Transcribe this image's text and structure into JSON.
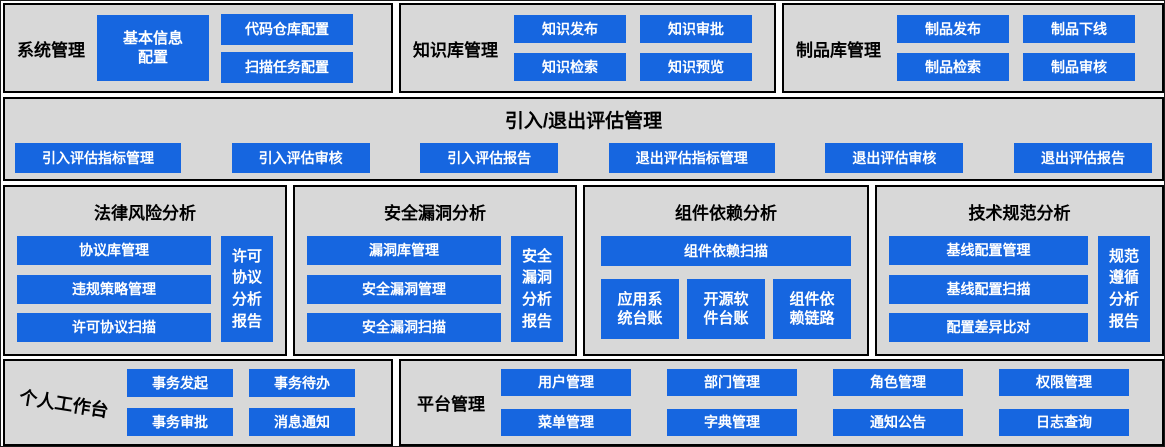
{
  "colors": {
    "panel_bg": "#d8d8d8",
    "button_bg": "#1666e0",
    "button_text": "#ffffff",
    "title_text": "#000000"
  },
  "system_panel": {
    "title": "系统管理",
    "basic_info_button": "基本信息配置",
    "code_repo_button": "代码仓库配置",
    "scan_task_button": "扫描任务配置"
  },
  "knowledge_panel": {
    "title": "知识库管理",
    "buttons": [
      "知识发布",
      "知识审批",
      "知识检索",
      "知识预览"
    ]
  },
  "artifact_panel": {
    "title": "制品库管理",
    "buttons": [
      "制品发布",
      "制品下线",
      "制品检索",
      "制品审核"
    ]
  },
  "evaluation_panel": {
    "title": "引入/退出评估管理",
    "buttons": [
      "引入评估指标管理",
      "引入评估审核",
      "引入评估报告",
      "退出评估指标管理",
      "退出评估审核",
      "退出评估报告"
    ]
  },
  "legal_panel": {
    "title": "法律风险分析",
    "buttons": [
      "协议库管理",
      "违规策略管理",
      "许可协议扫描"
    ],
    "report_button": "许可协议分析报告"
  },
  "vuln_panel": {
    "title": "安全漏洞分析",
    "buttons": [
      "漏洞库管理",
      "安全漏洞管理",
      "安全漏洞扫描"
    ],
    "report_button": "安全漏洞分析报告"
  },
  "dependency_panel": {
    "title": "组件依赖分析",
    "scan_button": "组件依赖扫描",
    "buttons": [
      "应用系统台账",
      "开源软件台账",
      "组件依赖链路"
    ]
  },
  "spec_panel": {
    "title": "技术规范分析",
    "buttons": [
      "基线配置管理",
      "基线配置扫描",
      "配置差异比对"
    ],
    "report_button": "规范遵循分析报告"
  },
  "workspace_panel": {
    "title": "个人工作台",
    "buttons": [
      "事务发起",
      "事务待办",
      "事务审批",
      "消息通知"
    ]
  },
  "platform_panel": {
    "title": "平台管理",
    "buttons": [
      "用户管理",
      "部门管理",
      "角色管理",
      "权限管理",
      "菜单管理",
      "字典管理",
      "通知公告",
      "日志查询"
    ]
  }
}
